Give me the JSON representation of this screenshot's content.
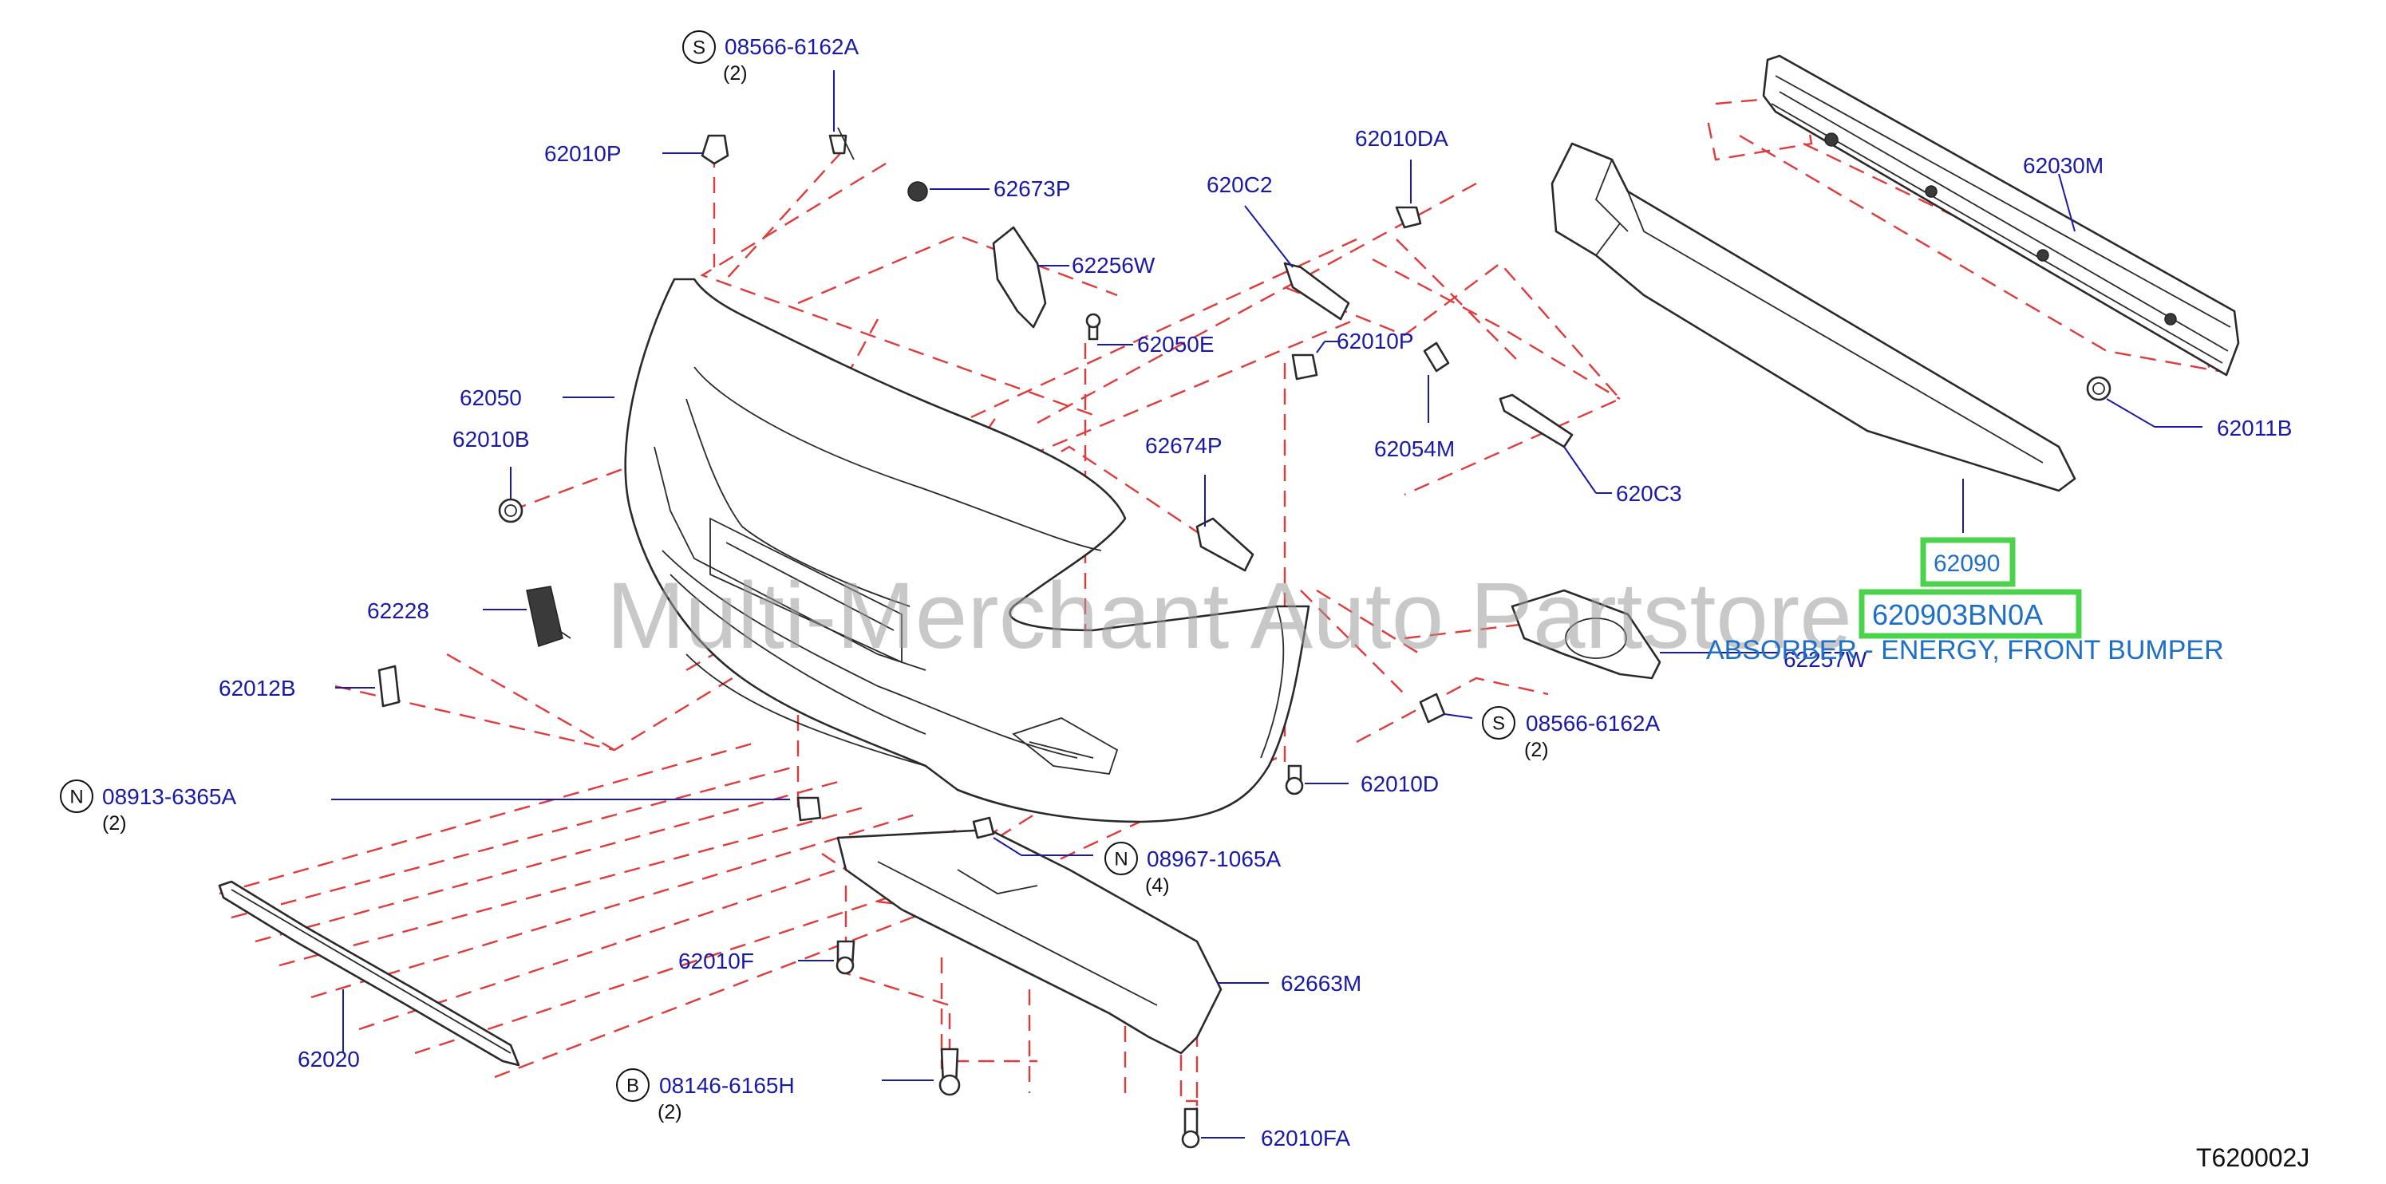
{
  "labels": {
    "p62010P_a": "62010P",
    "p08566_top": "08566-6162A",
    "p08566_top_qty": "(2)",
    "p62673P": "62673P",
    "p62256W": "62256W",
    "p62050E": "62050E",
    "p62050": "62050",
    "p62010B": "62010B",
    "p62228": "62228",
    "p62012B": "62012B",
    "p08913": "08913-6365A",
    "p08913_qty": "(2)",
    "p62020": "62020",
    "p62010F": "62010F",
    "p08146": "08146-6165H",
    "p08146_qty": "(2)",
    "p62010FA": "62010FA",
    "p62663M": "62663M",
    "p08967": "08967-1065A",
    "p08967_qty": "(4)",
    "p62010D": "62010D",
    "p08566_mid": "08566-6162A",
    "p08566_mid_qty": "(2)",
    "p62257W": "62257W",
    "p62674P": "62674P",
    "p62010P_b": "62010P",
    "p62054M": "62054M",
    "p620C3": "620C3",
    "p620C2": "620C2",
    "p62010DA": "62010DA",
    "p62030M": "62030M",
    "p62011B": "62011B"
  },
  "circles": {
    "s_top": "S",
    "s_mid": "S",
    "n_left": "N",
    "n_right": "N",
    "b_bottom": "B"
  },
  "highlight": {
    "part_number": "62090",
    "full_part_number": "620903BN0A",
    "description": "ABSORBER - ENERGY, FRONT BUMPER",
    "color": "#4cd34c"
  },
  "watermark": "Multi-Merchant Auto Partstore",
  "diagram_code": "T620002J"
}
